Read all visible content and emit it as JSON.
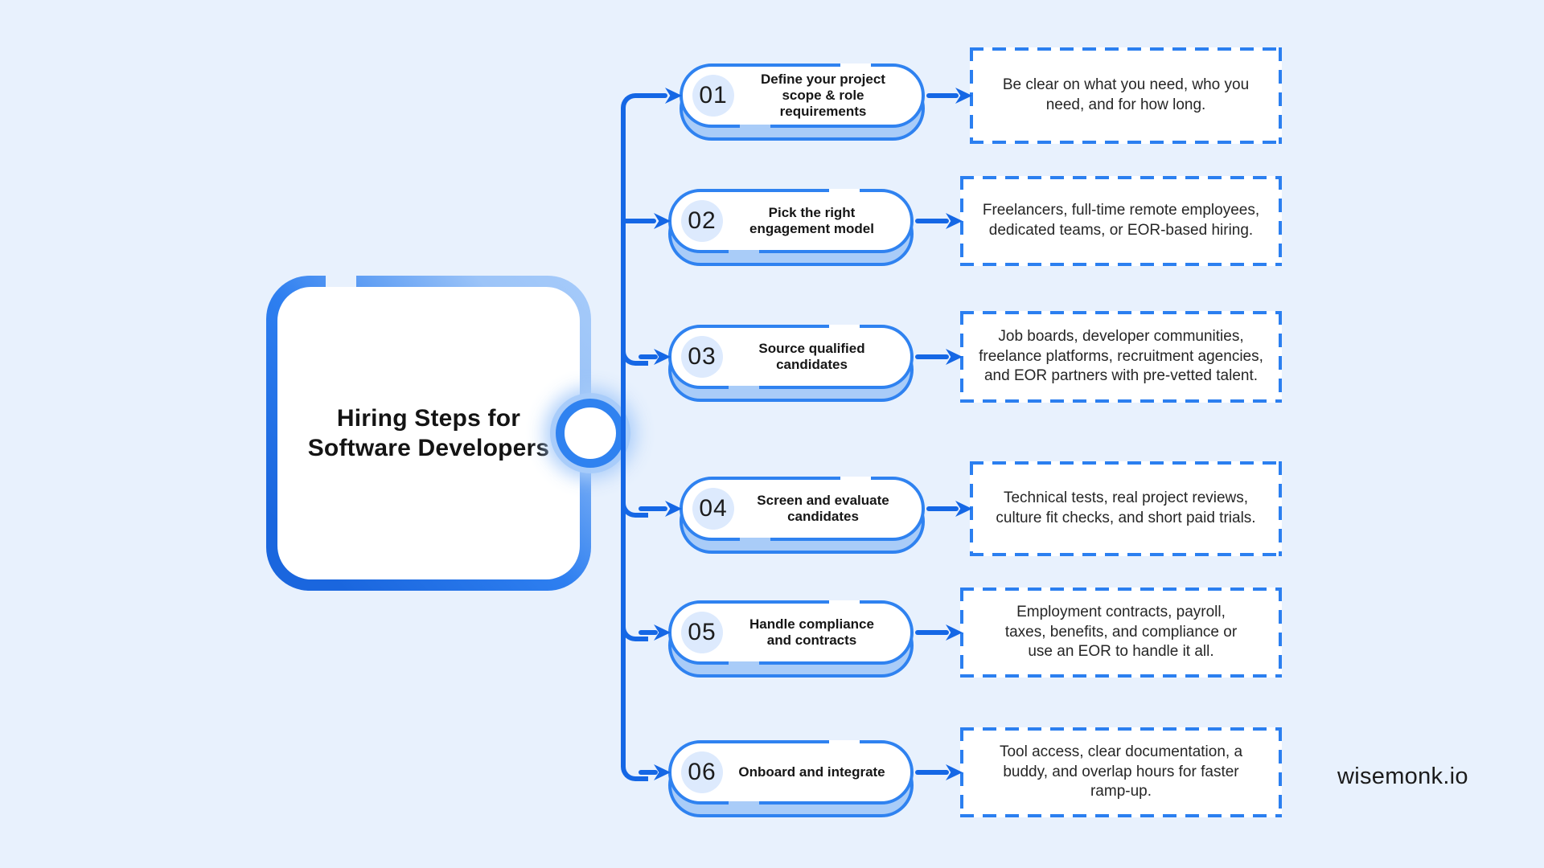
{
  "page": {
    "background_color": "#e8f1fd",
    "brand_label": "wisemonk.io"
  },
  "center": {
    "title": "Hiring Steps for\nSoftware Developers"
  },
  "colors": {
    "connector_blue": "#1567e5",
    "pill_border_blue": "#2f82f0",
    "pill_shadow_blue": "#a9ccf8",
    "number_badge_bg": "#ddeafd",
    "dashed_border_blue": "#2b7ff0",
    "card_border_dark": "#1a66de",
    "card_border_light": "#a6cbfa",
    "text_dark": "#161616"
  },
  "steps": [
    {
      "number": "01",
      "title": "Define your project\nscope & role\nrequirements",
      "description": "Be clear on what you need, who you\nneed, and for how long."
    },
    {
      "number": "02",
      "title": "Pick the right\nengagement model",
      "description": "Freelancers, full-time remote employees,\ndedicated teams, or EOR-based hiring."
    },
    {
      "number": "03",
      "title": "Source qualified\ncandidates",
      "description": "Job boards, developer communities,\nfreelance platforms, recruitment agencies,\nand EOR partners with pre-vetted talent."
    },
    {
      "number": "04",
      "title": "Screen and evaluate\ncandidates",
      "description": "Technical tests, real project reviews,\nculture fit checks, and short paid trials."
    },
    {
      "number": "05",
      "title": "Handle compliance\nand contracts",
      "description": "Employment contracts, payroll,\ntaxes, benefits, and compliance or\nuse an EOR to handle it all."
    },
    {
      "number": "06",
      "title": "Onboard and integrate",
      "description": "Tool access, clear documentation, a\nbuddy, and overlap hours for faster\nramp-up."
    }
  ]
}
